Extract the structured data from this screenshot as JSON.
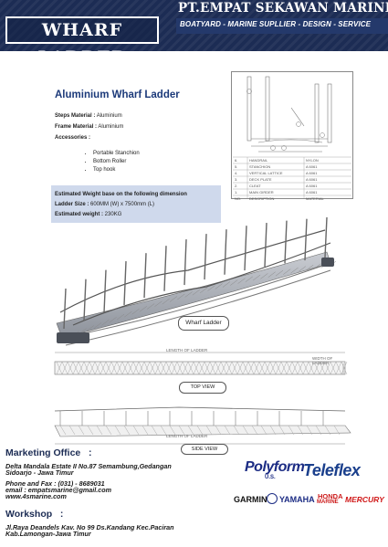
{
  "header": {
    "title": "WHARF LADDER",
    "company": "PT.EMPAT SEKAWAN MARINE",
    "tagline": "BOATYARD - MARINE SUPLLIER - DESIGN - SERVICE"
  },
  "product": {
    "title": "Aluminium Wharf Ladder",
    "specs": [
      {
        "label": "Steps Material :",
        "value": " Aluminium"
      },
      {
        "label": "Frame Material :",
        "value": " Aluminium"
      },
      {
        "label": "Accessories :",
        "value": ""
      }
    ],
    "accessories": [
      "Portable Stanchion",
      "Bottom Roller",
      "Top hook"
    ]
  },
  "weight": {
    "heading": "Estimated Weight base on the following dimension",
    "size_label": "Ladder Size :",
    "size_value": " 600MM (W) x 7500mm (L)",
    "weight_label": "Estimated weight :",
    "weight_value": " 230KG"
  },
  "drawing_table": {
    "rows": [
      {
        "no": "6.",
        "desc": "HANDRAIL",
        "mat": "NYLON"
      },
      {
        "no": "5.",
        "desc": "STANCHION",
        "mat": "A 6061"
      },
      {
        "no": "4.",
        "desc": "VERTICAL LATTICE",
        "mat": "A 6061"
      },
      {
        "no": "3.",
        "desc": "DECK PLATE",
        "mat": "A 6061"
      },
      {
        "no": "2.",
        "desc": "CLEAT",
        "mat": "A 6061"
      },
      {
        "no": "1.",
        "desc": "MAIN GIRDER",
        "mat": "A 6061"
      }
    ],
    "head": {
      "no": "NO.",
      "desc": "DESCRIPTION",
      "mat": "MATERIAL"
    }
  },
  "render": {
    "label": "Wharf Ladder"
  },
  "top_view": {
    "length_label": "LENGTH OF LADDER",
    "width_label": "WIDTH OF LADDER",
    "caption": "TOP VIEW"
  },
  "side_view": {
    "length_label": "LENGTH OF LADDER",
    "caption": "SIDE VIEW"
  },
  "marketing": {
    "heading": "Marketing Office   :",
    "address": [
      "Delta Mandala Estate II No.87 Semambung,Gedangan",
      "Sidoarjo - Jawa Timur"
    ],
    "contact": [
      "Phone and Fax : (031) - 8689031",
      "email : empatsmarine@gmail.com",
      "www.4smarine.com"
    ]
  },
  "workshop": {
    "heading": "Workshop   :",
    "address": [
      "Jl.Raya Deandels Kav. No 99 Ds.Kandang Kec.Paciran",
      "Kab.Lamongan-Jawa Timur"
    ]
  },
  "logos": {
    "polyform": "Polyform",
    "polyform_sub": "U.S.",
    "teleflex": "Teleflex",
    "garmin": "GARMIN",
    "yamaha": "YAMAHA",
    "honda": "HONDA",
    "honda_sub": "MARINE",
    "mercury": "MERCURY"
  },
  "colors": {
    "header_bg": "#1c2c54",
    "title_blue": "#1c3a7a",
    "weight_box": "#cfd9ec",
    "honda_red": "#cc1a1a",
    "mercury_red": "#d01818"
  }
}
